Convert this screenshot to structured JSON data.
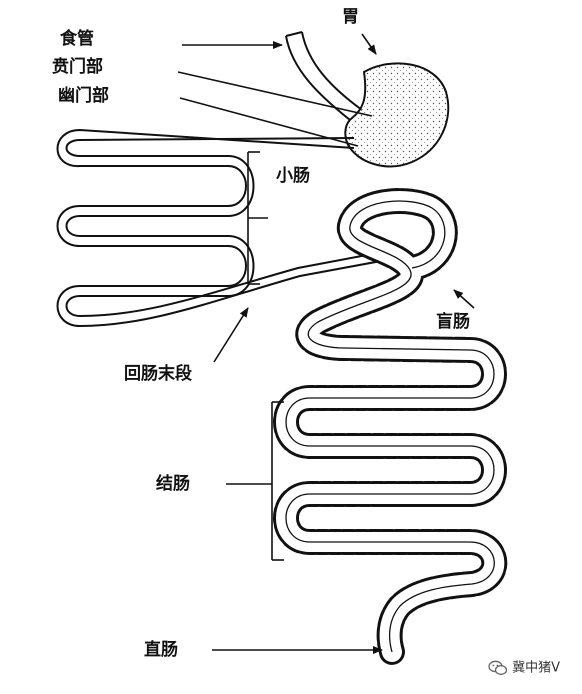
{
  "labels": {
    "esophagus": "食管",
    "cardia": "贲门部",
    "pylorus": "幽门部",
    "stomach": "胃",
    "small_intestine": "小肠",
    "cecum": "盲肠",
    "terminal_ileum": "回肠末段",
    "colon": "结肠",
    "rectum": "直肠"
  },
  "watermark": {
    "text": "冀中猪V",
    "icon": "wechat-icon"
  },
  "colors": {
    "line": "#111111",
    "background": "#ffffff"
  }
}
